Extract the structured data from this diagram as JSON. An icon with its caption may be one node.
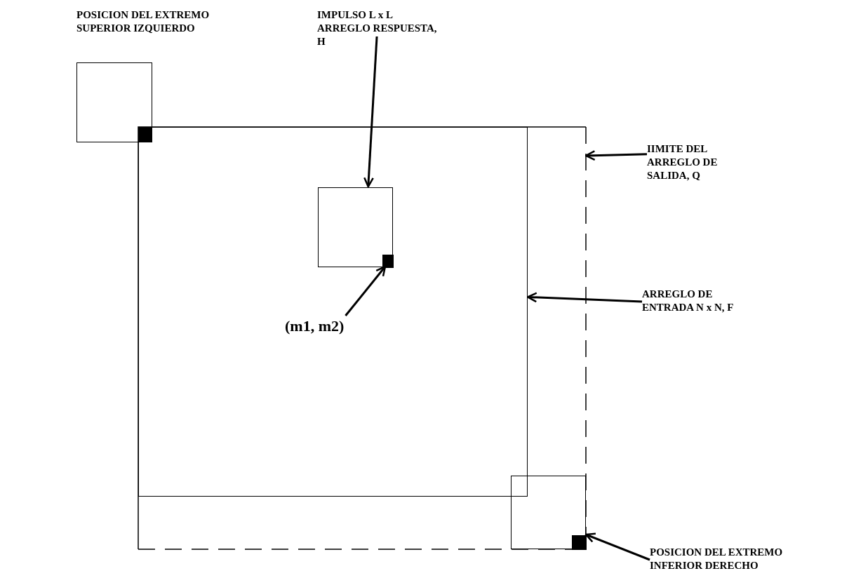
{
  "diagram": {
    "nodes": [
      {
        "text": [],
        "shape": "box"
      },
      {
        "text": [],
        "shape": "box",
        "in": 0
      },
      {
        "text": [],
        "shape": "box"
      },
      {
        "text": [],
        "shape": "square"
      },
      {
        "text": [],
        "shape": "box",
        "in": 1
      },
      {
        "text": [],
        "shape": "square",
        "in": 4
      },
      {
        "text": [],
        "shape": "box",
        "in": 0
      },
      {
        "text": [],
        "shape": "square",
        "in": 6
      },
      {
        "text": [
          "IMPULSO L x L ARREGLO RESPUESTA, H"
        ]
      },
      {
        "text": [
          "IIMITE DEL ARREGLO DE SALIDA, Q"
        ]
      },
      {
        "text": [
          "ARREGLO DE ENTRADA N x N, F"
        ]
      },
      {
        "text": [
          "(m1, m2)"
        ],
        "in": 1
      },
      {
        "text": [
          "POSICION DEL EXTREMO INFERIOR DERECHO"
        ]
      }
    ],
    "edges": [
      {
        "from": 8,
        "to": 4,
        "arrow": "to"
      },
      {
        "from": 9,
        "to": 0,
        "arrow": "to"
      },
      {
        "from": 10,
        "to": 1,
        "arrow": "to"
      },
      {
        "from": 11,
        "to": 5,
        "arrow": "to"
      },
      {
        "from": 12,
        "to": 7,
        "arrow": "to"
      }
    ],
    "labels": [
      "POSICION DEL EXTREMO SUPERIOR IZQUIERDO"
    ]
  }
}
